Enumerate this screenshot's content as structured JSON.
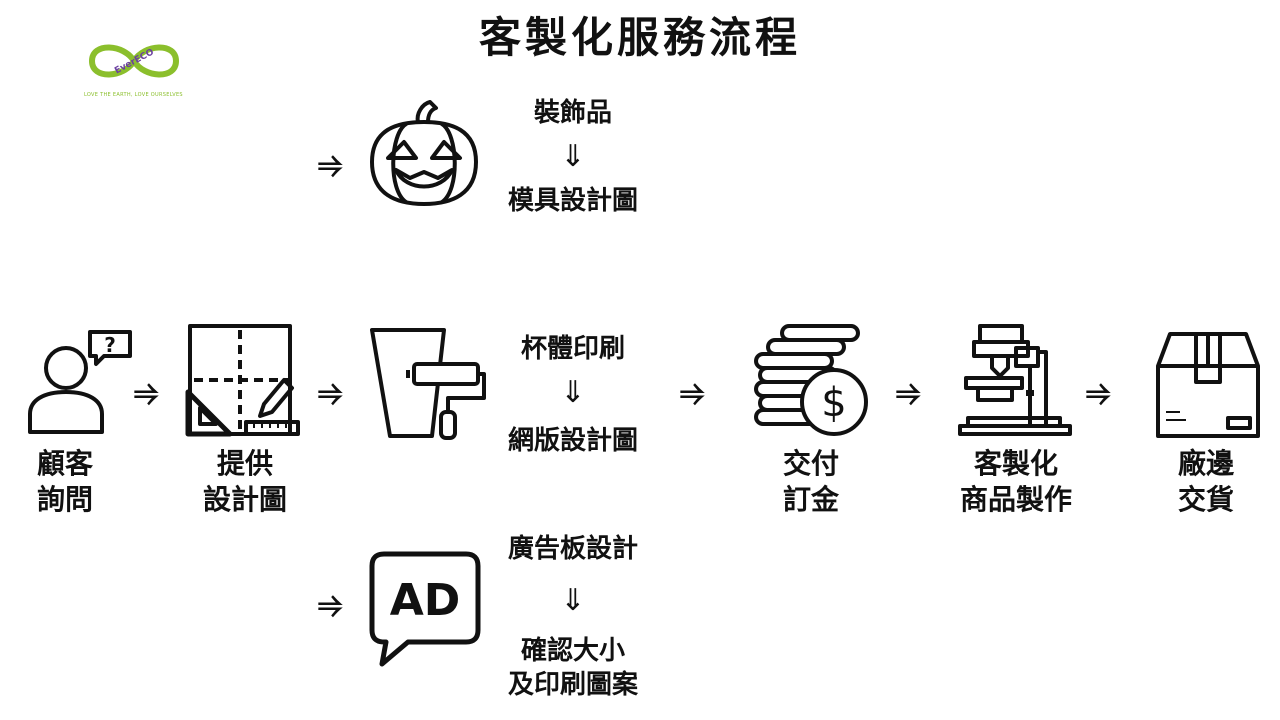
{
  "title": "客製化服務流程",
  "logo": {
    "brand": "EverECO",
    "tagline": "LOVE THE EARTH, LOVE OURSELVES"
  },
  "arrow_glyph": "⥤",
  "down_arrow_glyph": "⇓",
  "branches": {
    "decor": {
      "top": "裝飾品",
      "bottom": "模具設計圖"
    },
    "cup": {
      "top": "杯體印刷",
      "bottom": "網版設計圖"
    },
    "ad": {
      "top": "廣告板設計",
      "bottom": "確認大小\n及印刷圖案",
      "icon_text": "AD"
    }
  },
  "steps": [
    {
      "label": "顧客\n詢問"
    },
    {
      "label": "提供\n設計圖"
    },
    {
      "label": "交付\n訂金"
    },
    {
      "label": "客製化\n商品製作"
    },
    {
      "label": "廠邊\n交貨"
    }
  ],
  "colors": {
    "logo_green": "#8bbf2c",
    "logo_purple": "#6b3fa0",
    "ink": "#111111"
  }
}
